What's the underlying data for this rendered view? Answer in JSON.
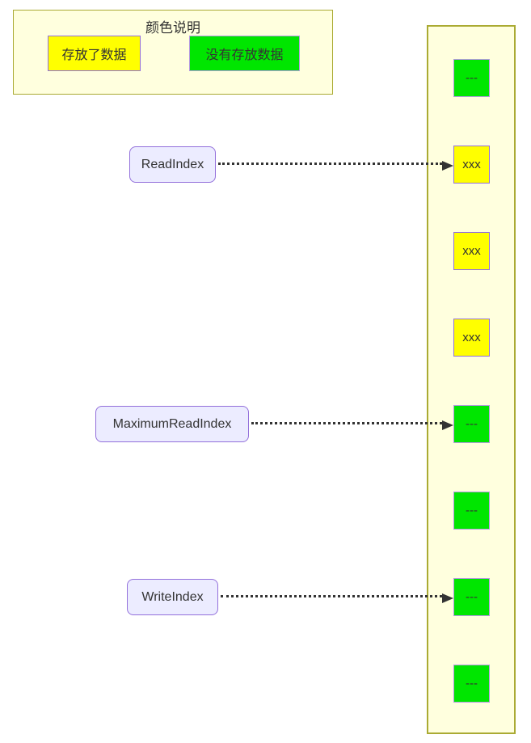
{
  "legend": {
    "title": "颜色说明",
    "items": [
      {
        "label": "存放了数据",
        "state": "filled",
        "color": "#ffff00"
      },
      {
        "label": "没有存放数据",
        "state": "empty",
        "color": "#00e600"
      }
    ]
  },
  "pointers": [
    {
      "label": "ReadIndex",
      "target_cell": 1
    },
    {
      "label": "MaximumReadIndex",
      "target_cell": 4
    },
    {
      "label": "WriteIndex",
      "target_cell": 6
    }
  ],
  "buffer": {
    "cells": [
      {
        "label": "---",
        "state": "empty"
      },
      {
        "label": "xxx",
        "state": "filled"
      },
      {
        "label": "xxx",
        "state": "filled"
      },
      {
        "label": "xxx",
        "state": "filled"
      },
      {
        "label": "---",
        "state": "empty"
      },
      {
        "label": "---",
        "state": "empty"
      },
      {
        "label": "---",
        "state": "empty"
      },
      {
        "label": "---",
        "state": "empty"
      }
    ]
  },
  "colors": {
    "filled": "#ffff00",
    "empty": "#00e600",
    "container_bg": "#ffffde",
    "container_border": "#aaaa33",
    "node_bg": "#ececff",
    "node_border": "#9370db",
    "empty_border": "#b49ae0",
    "edge": "#333333",
    "text": "#333333"
  }
}
